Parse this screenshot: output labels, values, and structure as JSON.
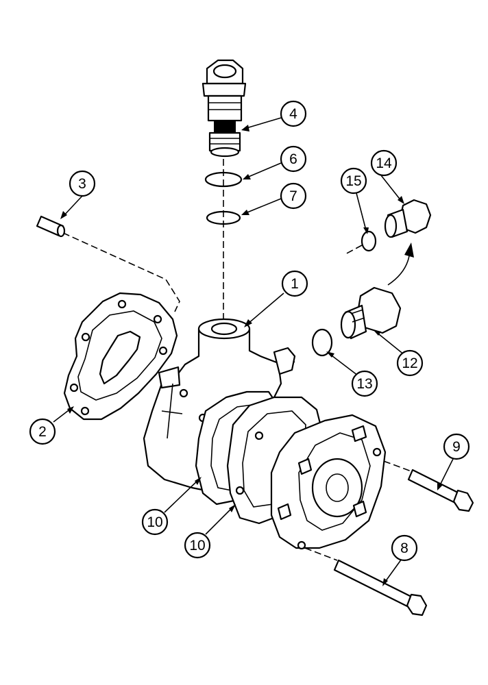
{
  "callouts": {
    "c1": "1",
    "c2": "2",
    "c3": "3",
    "c4": "4",
    "c6": "6",
    "c7": "7",
    "c8": "8",
    "c9": "9",
    "c10a": "10",
    "c10b": "10",
    "c12": "12",
    "c13": "13",
    "c14": "14",
    "c15": "15"
  }
}
